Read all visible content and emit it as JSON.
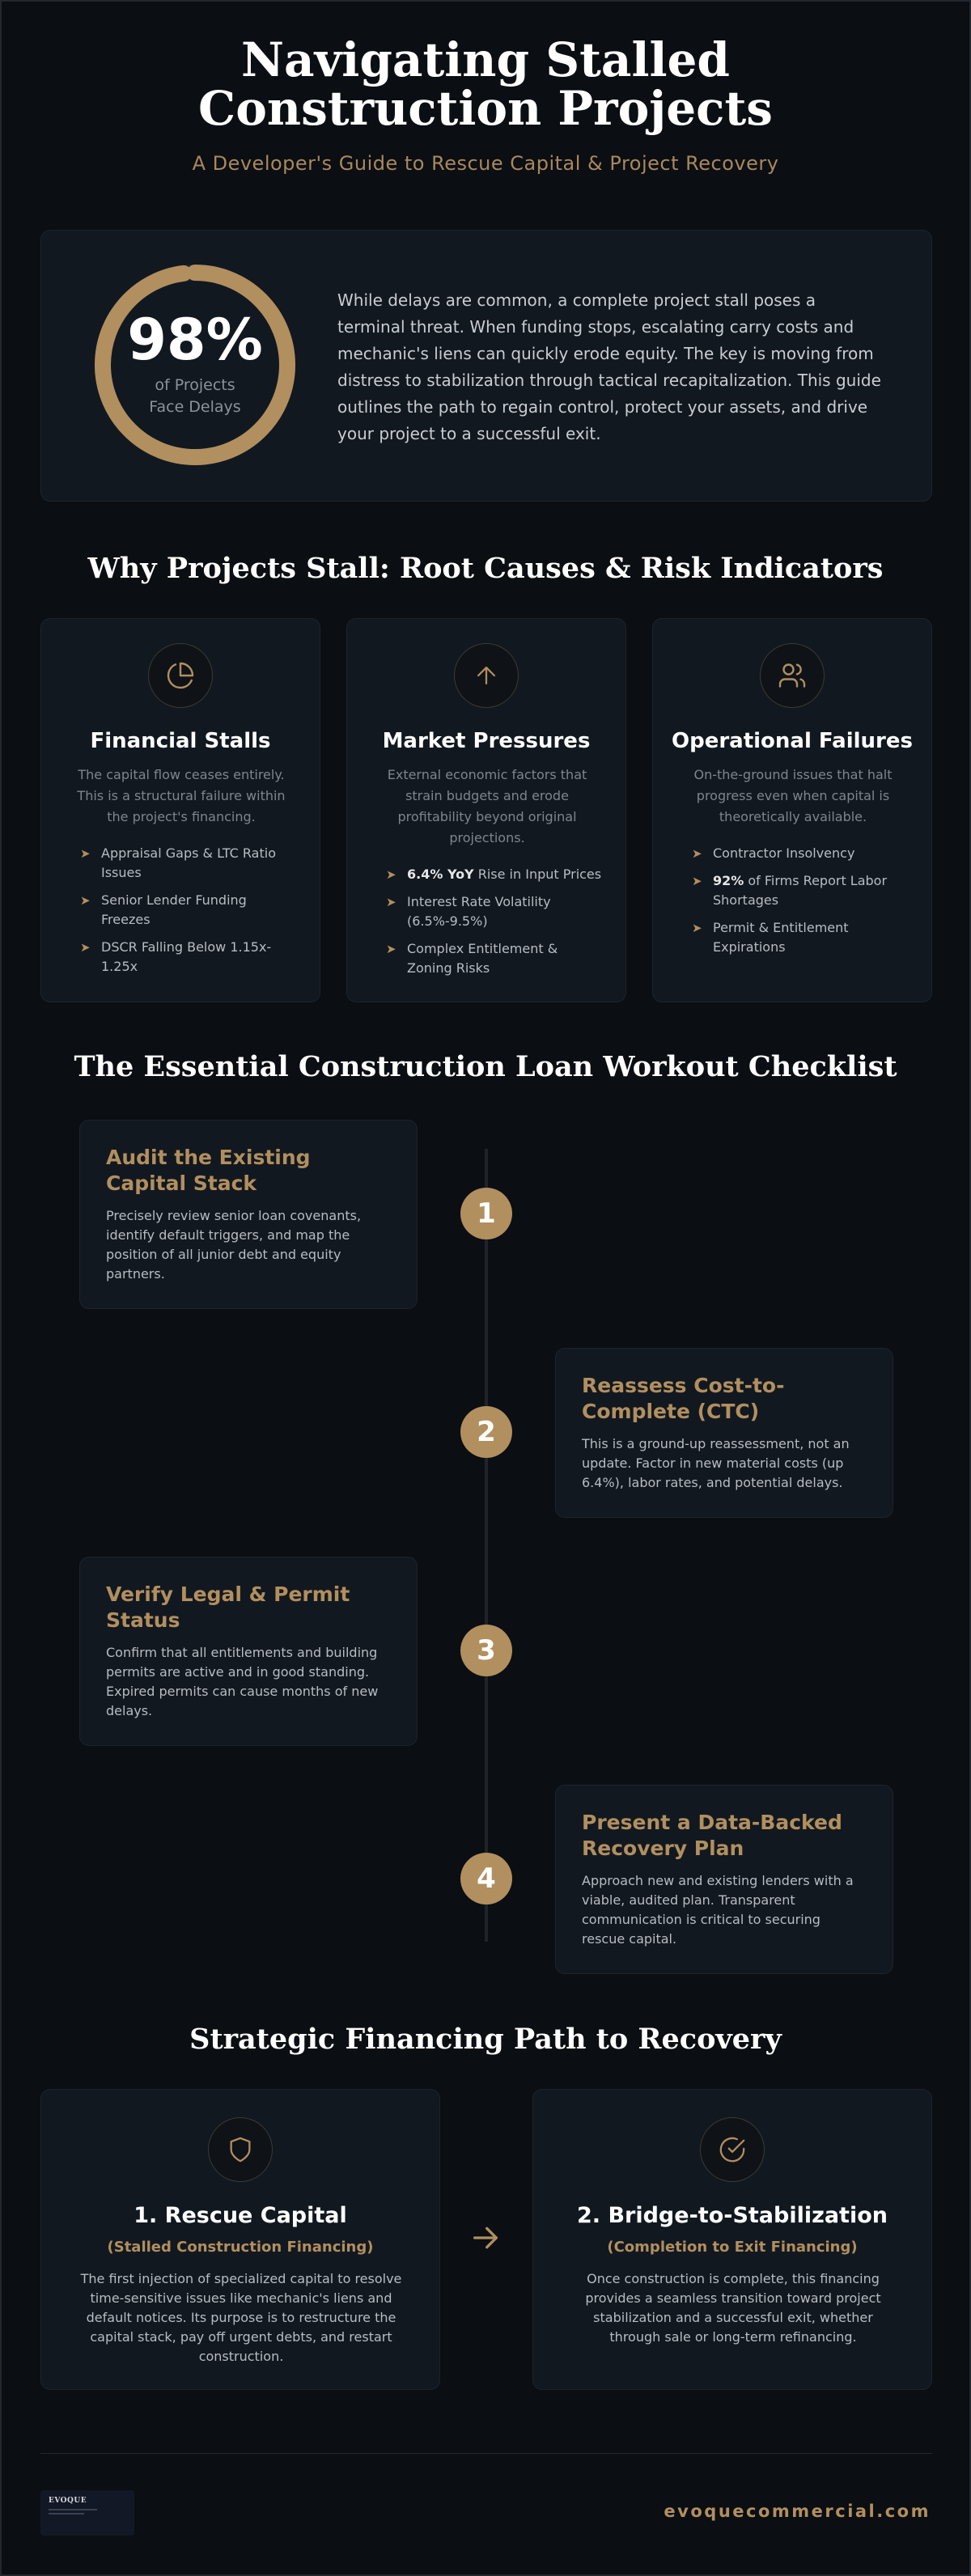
{
  "header": {
    "title": "Navigating Stalled Construction Projects",
    "subtitle": "A Developer's Guide to Rescue Capital & Project Recovery"
  },
  "intro": {
    "stat_value": "98%",
    "stat_fraction": 0.98,
    "stat_line1": "of Projects",
    "stat_line2": "Face Delays",
    "paragraph": "While delays are common, a complete project stall poses a terminal threat. When funding stops, escalating carry costs and mechanic's liens can quickly erode equity. The key is moving from distress to stabilization through tactical recapitalization. This guide outlines the path to regain control, protect your assets, and drive your project to a successful exit."
  },
  "root_causes": {
    "title": "Why Projects Stall: Root Causes & Risk Indicators",
    "cards": [
      {
        "icon": "pie-chart-icon",
        "title": "Financial Stalls",
        "description": "The capital flow ceases entirely. This is a structural failure within the project's financing.",
        "items": [
          {
            "bold": "",
            "text": "Appraisal Gaps & LTC Ratio Issues"
          },
          {
            "bold": "",
            "text": "Senior Lender Funding Freezes"
          },
          {
            "bold": "",
            "text": "DSCR Falling Below 1.15x-1.25x"
          }
        ]
      },
      {
        "icon": "arrow-up-icon",
        "title": "Market Pressures",
        "description": "External economic factors that strain budgets and erode profitability beyond original projections.",
        "items": [
          {
            "bold": "6.4% YoY",
            "text": " Rise in Input Prices"
          },
          {
            "bold": "",
            "text": "Interest Rate Volatility (6.5%-9.5%)"
          },
          {
            "bold": "",
            "text": "Complex Entitlement & Zoning Risks"
          }
        ]
      },
      {
        "icon": "users-icon",
        "title": "Operational Failures",
        "description": "On-the-ground issues that halt progress even when capital is theoretically available.",
        "items": [
          {
            "bold": "",
            "text": "Contractor Insolvency"
          },
          {
            "bold": "92%",
            "text": " of Firms Report Labor Shortages"
          },
          {
            "bold": "",
            "text": "Permit & Entitlement Expirations"
          }
        ]
      }
    ]
  },
  "checklist": {
    "title": "The Essential Construction Loan Workout Checklist",
    "steps": [
      {
        "number": "1",
        "title": "Audit the Existing Capital Stack",
        "description": "Precisely review senior loan covenants, identify default triggers, and map the position of all junior debt and equity partners."
      },
      {
        "number": "2",
        "title": "Reassess Cost-to-Complete (CTC)",
        "description": "This is a ground-up reassessment, not an update. Factor in new material costs (up 6.4%), labor rates, and potential delays."
      },
      {
        "number": "3",
        "title": "Verify Legal & Permit Status",
        "description": "Confirm that all entitlements and building permits are active and in good standing. Expired permits can cause months of new delays."
      },
      {
        "number": "4",
        "title": "Present a Data-Backed Recovery Plan",
        "description": "Approach new and existing lenders with a viable, audited plan. Transparent communication is critical to securing rescue capital."
      }
    ]
  },
  "financing": {
    "title": "Strategic Financing Path to Recovery",
    "cards": [
      {
        "icon": "shield-icon",
        "title": "1. Rescue Capital",
        "subtitle": "(Stalled Construction Financing)",
        "description": "The first injection of specialized capital to resolve time-sensitive issues like mechanic's liens and default notices. Its purpose is to restructure the capital stack, pay off urgent debts, and restart construction."
      },
      {
        "icon": "check-circle-icon",
        "title": "2. Bridge-to-Stabilization",
        "subtitle": "(Completion to Exit Financing)",
        "description": "Once construction is complete, this financing provides a seamless transition toward project stabilization and a successful exit, whether through sale or long-term refinancing."
      }
    ]
  },
  "footer": {
    "logo_text": "EVOQUE",
    "url": "evoquecommercial.com"
  },
  "colors": {
    "accent": "#b18f5f",
    "background": "#0b0e12",
    "card": "#121820"
  }
}
